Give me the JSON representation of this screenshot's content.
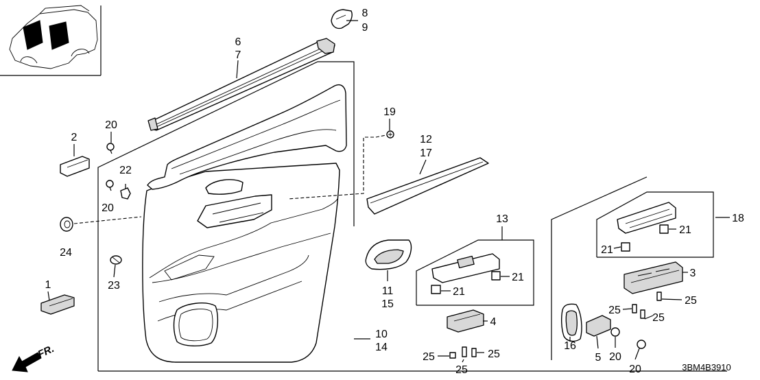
{
  "diagram_code": "3BM4B3910",
  "front_direction_label": "FR.",
  "callouts": [
    "8",
    "9",
    "6",
    "7",
    "20",
    "2",
    "22",
    "20",
    "24",
    "1",
    "23",
    "19",
    "12",
    "17",
    "13",
    "18",
    "21",
    "21",
    "3",
    "21",
    "21",
    "4",
    "11",
    "15",
    "10",
    "14",
    "25",
    "25",
    "25",
    "25",
    "25",
    "25",
    "16",
    "5",
    "20",
    "20"
  ]
}
